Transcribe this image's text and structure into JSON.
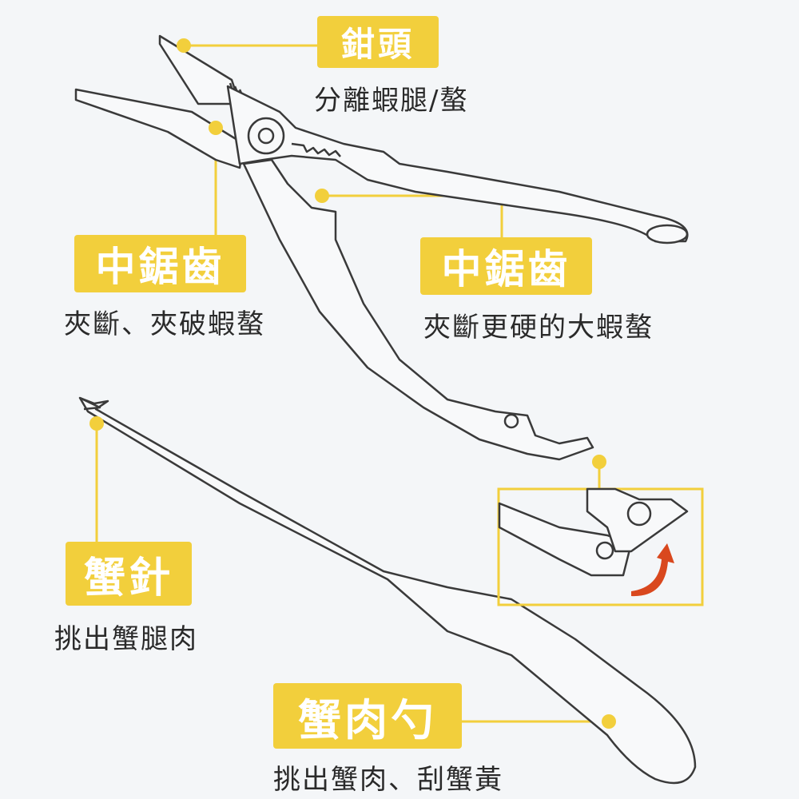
{
  "labels": {
    "pliers_tip": {
      "title": "鉗頭",
      "desc": "分離蝦腿/螯"
    },
    "saw_left": {
      "title": "中鋸齒",
      "desc": "夾斷、夾破蝦螯"
    },
    "saw_right": {
      "title": "中鋸齒",
      "desc": "夾斷更硬的大蝦螯"
    },
    "crab_needle": {
      "title": "蟹針",
      "desc": "挑出蟹腿肉"
    },
    "crab_spoon": {
      "title": "蟹肉勺",
      "desc": "挑出蟹肉、刮蟹黃"
    }
  },
  "colors": {
    "accent": "#f2cf3c",
    "background": "#f4f6f8",
    "line": "#3a3a3a",
    "arrow": "#d9481e"
  }
}
